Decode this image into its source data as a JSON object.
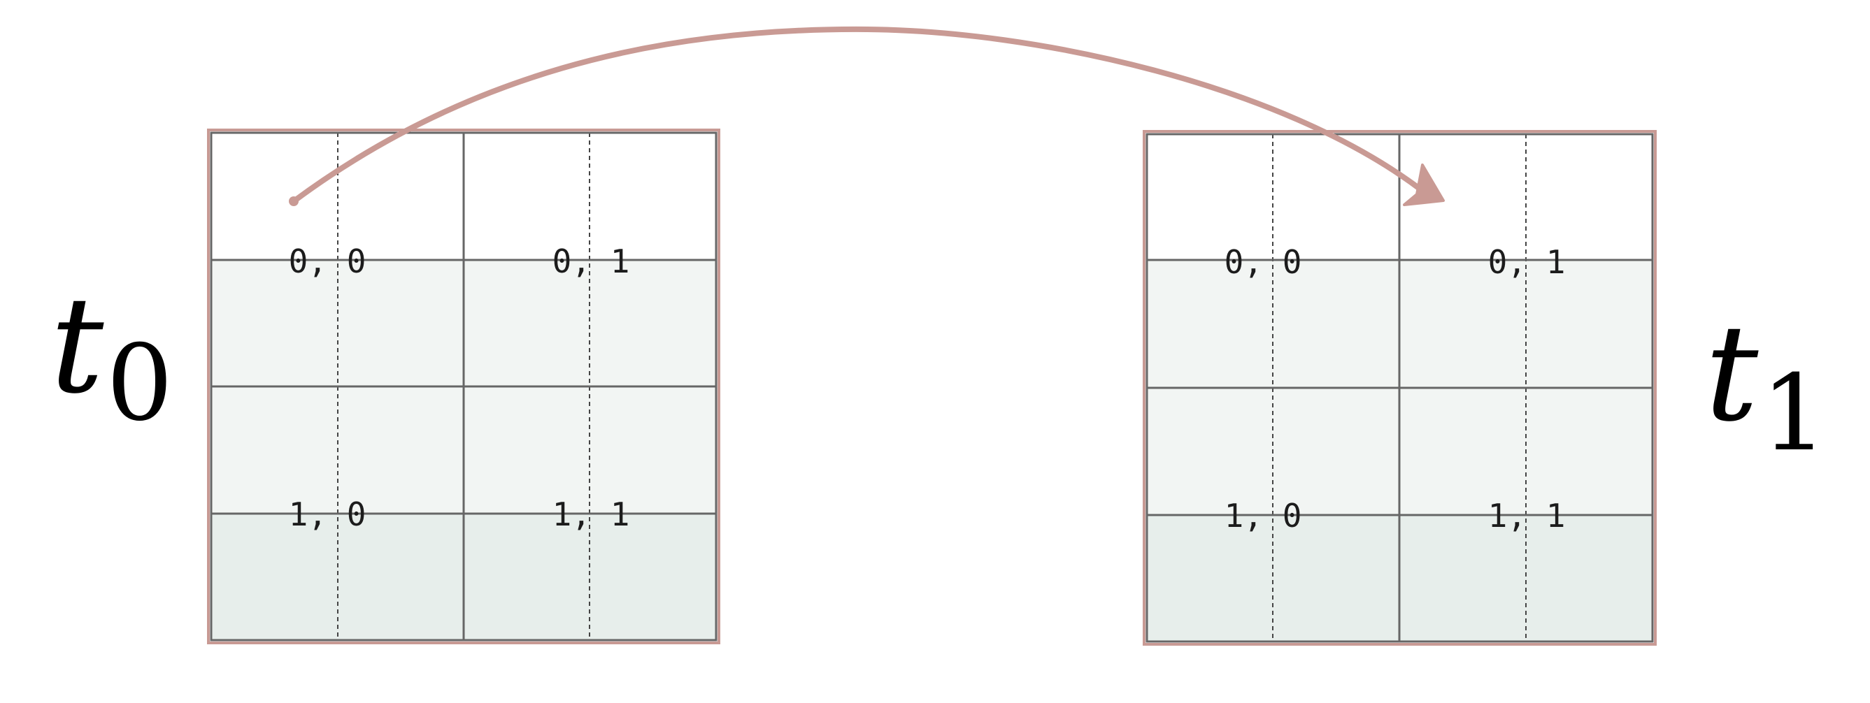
{
  "grids": [
    {
      "name": "t0",
      "label": {
        "var": "t",
        "sub": "0"
      },
      "cells": [
        {
          "text": "0, 0"
        },
        {
          "text": "0, 1"
        },
        {
          "text": "1, 0"
        },
        {
          "text": "1, 1"
        }
      ]
    },
    {
      "name": "t1",
      "label": {
        "var": "t",
        "sub": "1"
      },
      "cells": [
        {
          "text": "0, 0"
        },
        {
          "text": "0, 1"
        },
        {
          "text": "1, 0"
        },
        {
          "text": "1, 1"
        }
      ]
    }
  ],
  "arrow": {
    "from": "t0 cell 0, 0",
    "to": "t1 cell 0, 1"
  },
  "colors": {
    "frame": "#c89a94",
    "arrow": "#c99a94",
    "grid_line": "#666666",
    "row_1_fill": "#ffffff",
    "row_2_fill": "#f2f5f3",
    "row_3_fill": "#f2f5f3",
    "row_4_fill": "#e7eeeb"
  }
}
